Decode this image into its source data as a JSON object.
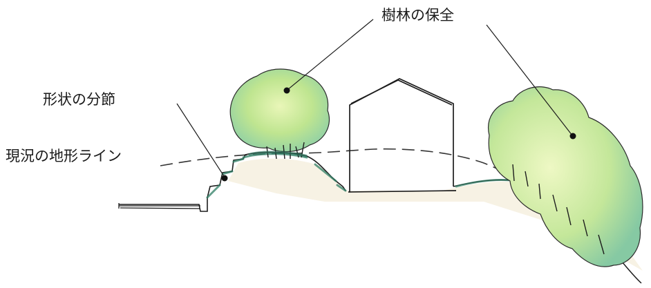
{
  "labels": {
    "forest_conservation": "樹林の保全",
    "slope_division": "形状の分節",
    "existing_terrain_line": "現況の地形ライン"
  },
  "colors": {
    "line": "#1c1c1c",
    "foliage_light": "#d8ef9a",
    "foliage_mid": "#a9dc83",
    "foliage_teal": "#7ec9a8",
    "ground_tint": "#efe6cf",
    "grass": "#2f7d64"
  }
}
